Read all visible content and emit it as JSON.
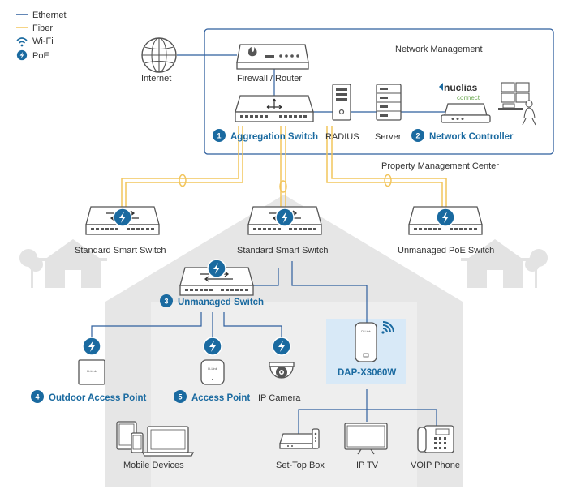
{
  "colors": {
    "ethernet": "#2f5f9e",
    "fiber": "#f2c55c",
    "accent_blue": "#1a6aa0",
    "house": "#e6e6e6",
    "house_roof": "#d6d6d6",
    "dap_highlight": "#d8e9f7",
    "device_fill": "#ffffff",
    "device_stroke": "#555555"
  },
  "legend": {
    "ethernet": "Ethernet",
    "fiber": "Fiber",
    "wifi": "Wi-Fi",
    "poe": "PoE"
  },
  "labels": {
    "internet": "Internet",
    "firewall": "Firewall / Router",
    "network_management": "Network Management",
    "aggregation_switch": "Aggregation Switch",
    "radius": "RADIUS",
    "server": "Server",
    "network_controller": "Network Controller",
    "nuclias_brand": "nuclias",
    "nuclias_sub": "connect",
    "property_center": "Property Management Center",
    "standard_switch_left": "Standard Smart Switch",
    "standard_switch_center": "Standard Smart Switch",
    "unmanaged_poe_switch": "Unmanaged PoE Switch",
    "unmanaged_switch": "Unmanaged Switch",
    "outdoor_ap": "Outdoor Access Point",
    "access_point": "Access Point",
    "ip_camera": "IP Camera",
    "dap": "DAP-X3060W",
    "mobile_devices": "Mobile Devices",
    "set_top_box": "Set-Top Box",
    "ip_tv": "IP TV",
    "voip_phone": "VOIP Phone",
    "ap_logo": "D-Link"
  },
  "badges": {
    "aggregation": "1",
    "controller": "2",
    "unmanaged": "3",
    "outdoor": "4",
    "access_point": "5"
  }
}
